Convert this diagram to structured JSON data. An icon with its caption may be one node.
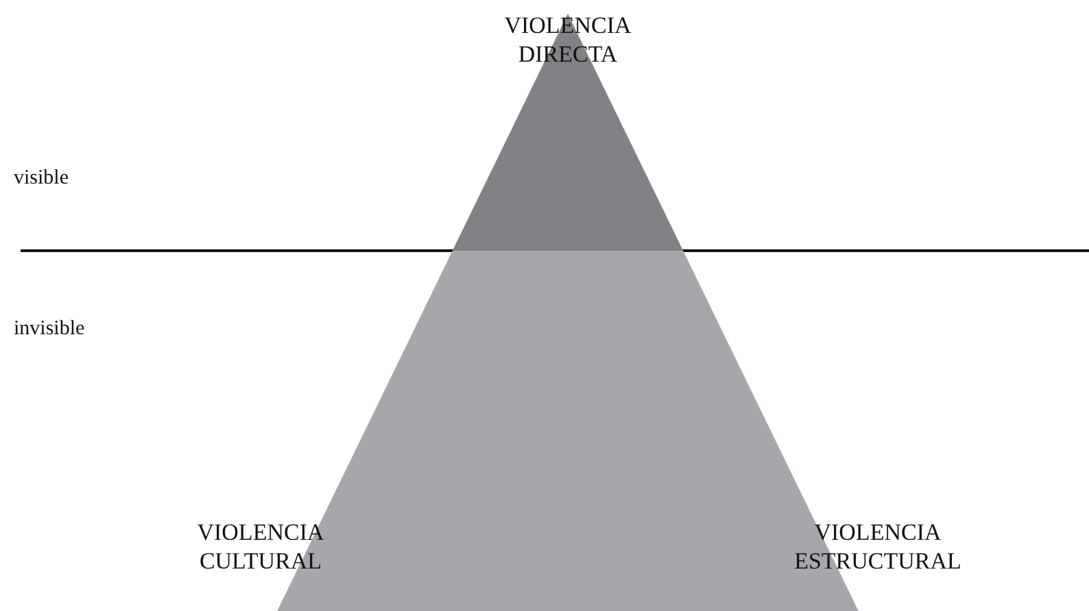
{
  "diagram": {
    "nodes": [
      {
        "text": [
          "VIOLENCIA DIRECTA",
          "VIOLENCIA CULTURAL",
          "VIOLENCIA ESTRUCTURAL"
        ]
      }
    ],
    "labels": [
      "visible",
      "invisible"
    ]
  }
}
